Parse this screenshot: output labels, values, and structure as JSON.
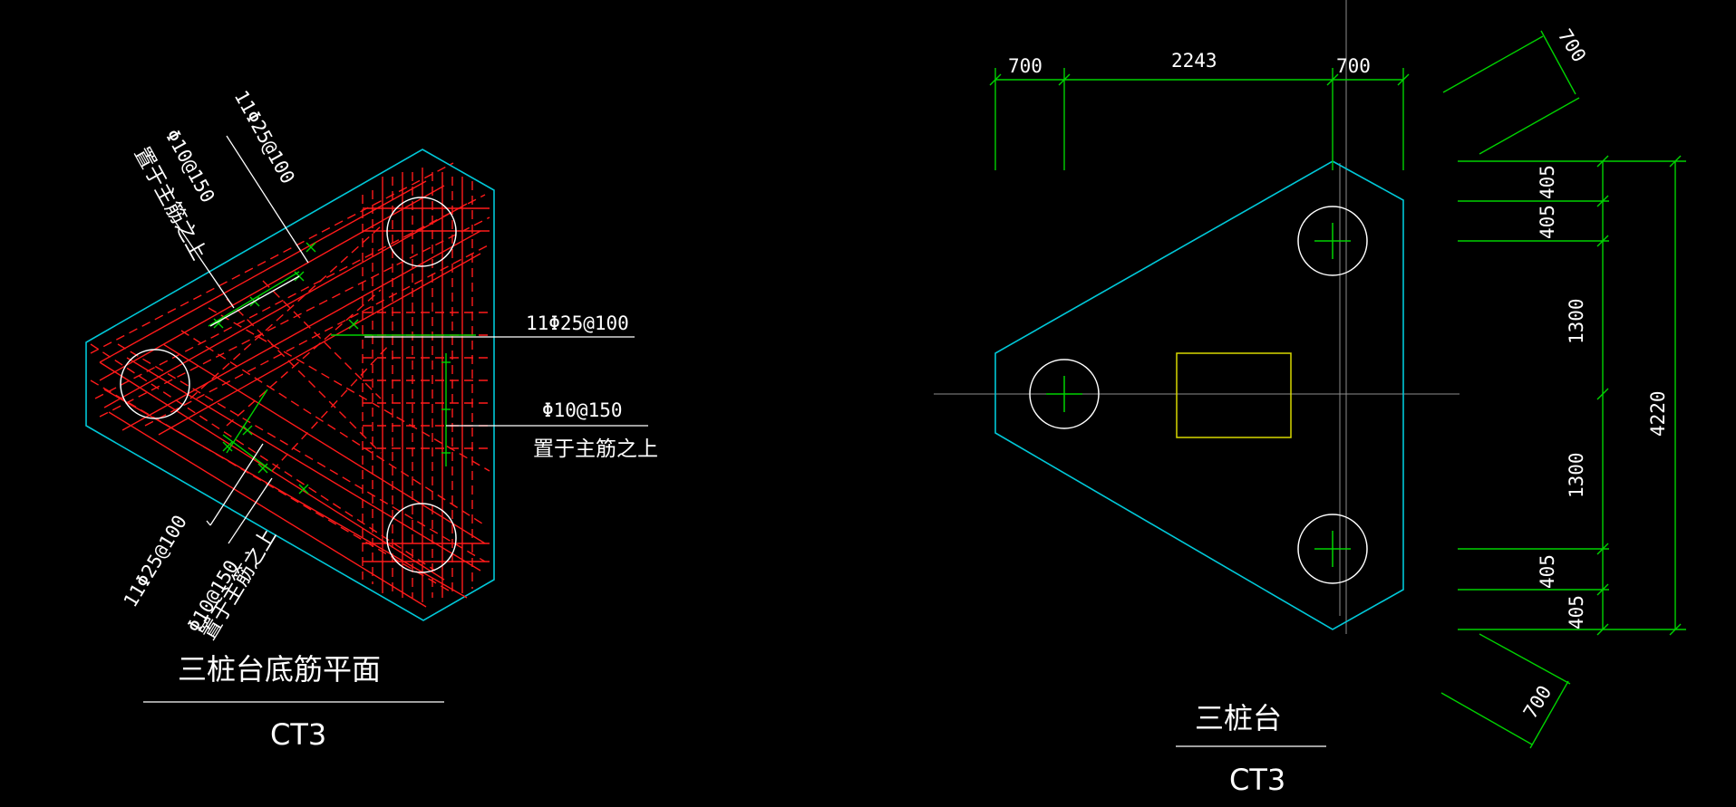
{
  "left_drawing": {
    "labels": {
      "bar_top": "11Φ25@100",
      "stirrup_top": "Φ10@150",
      "stirrup_top_note": "置于主筋之上",
      "bar_right": "11Φ25@100",
      "stirrup_right": "Φ10@150",
      "stirrup_right_note": "置于主筋之上",
      "bar_bottom": "11Φ25@100",
      "stirrup_bottom": "Φ10@150",
      "stirrup_bottom_note": "置于主筋之上"
    },
    "title": "三桩台底筋平面",
    "code": "CT3"
  },
  "right_drawing": {
    "dims_top": [
      "700",
      "2243",
      "700"
    ],
    "dims_diag_top": "700",
    "dims_diag_bottom": "700",
    "dims_right_inner": [
      "405",
      "405",
      "1300",
      "1300",
      "405",
      "405"
    ],
    "dims_right_total": "4220",
    "title": "三桩台",
    "code": "CT3"
  },
  "colors": {
    "background": "#000000",
    "outline": "#00c8d8",
    "rebar": "#ff1a1a",
    "dimension": "#00d200",
    "text": "#ffffff",
    "column": "#d8d800",
    "axis": "#8c8c8c"
  }
}
